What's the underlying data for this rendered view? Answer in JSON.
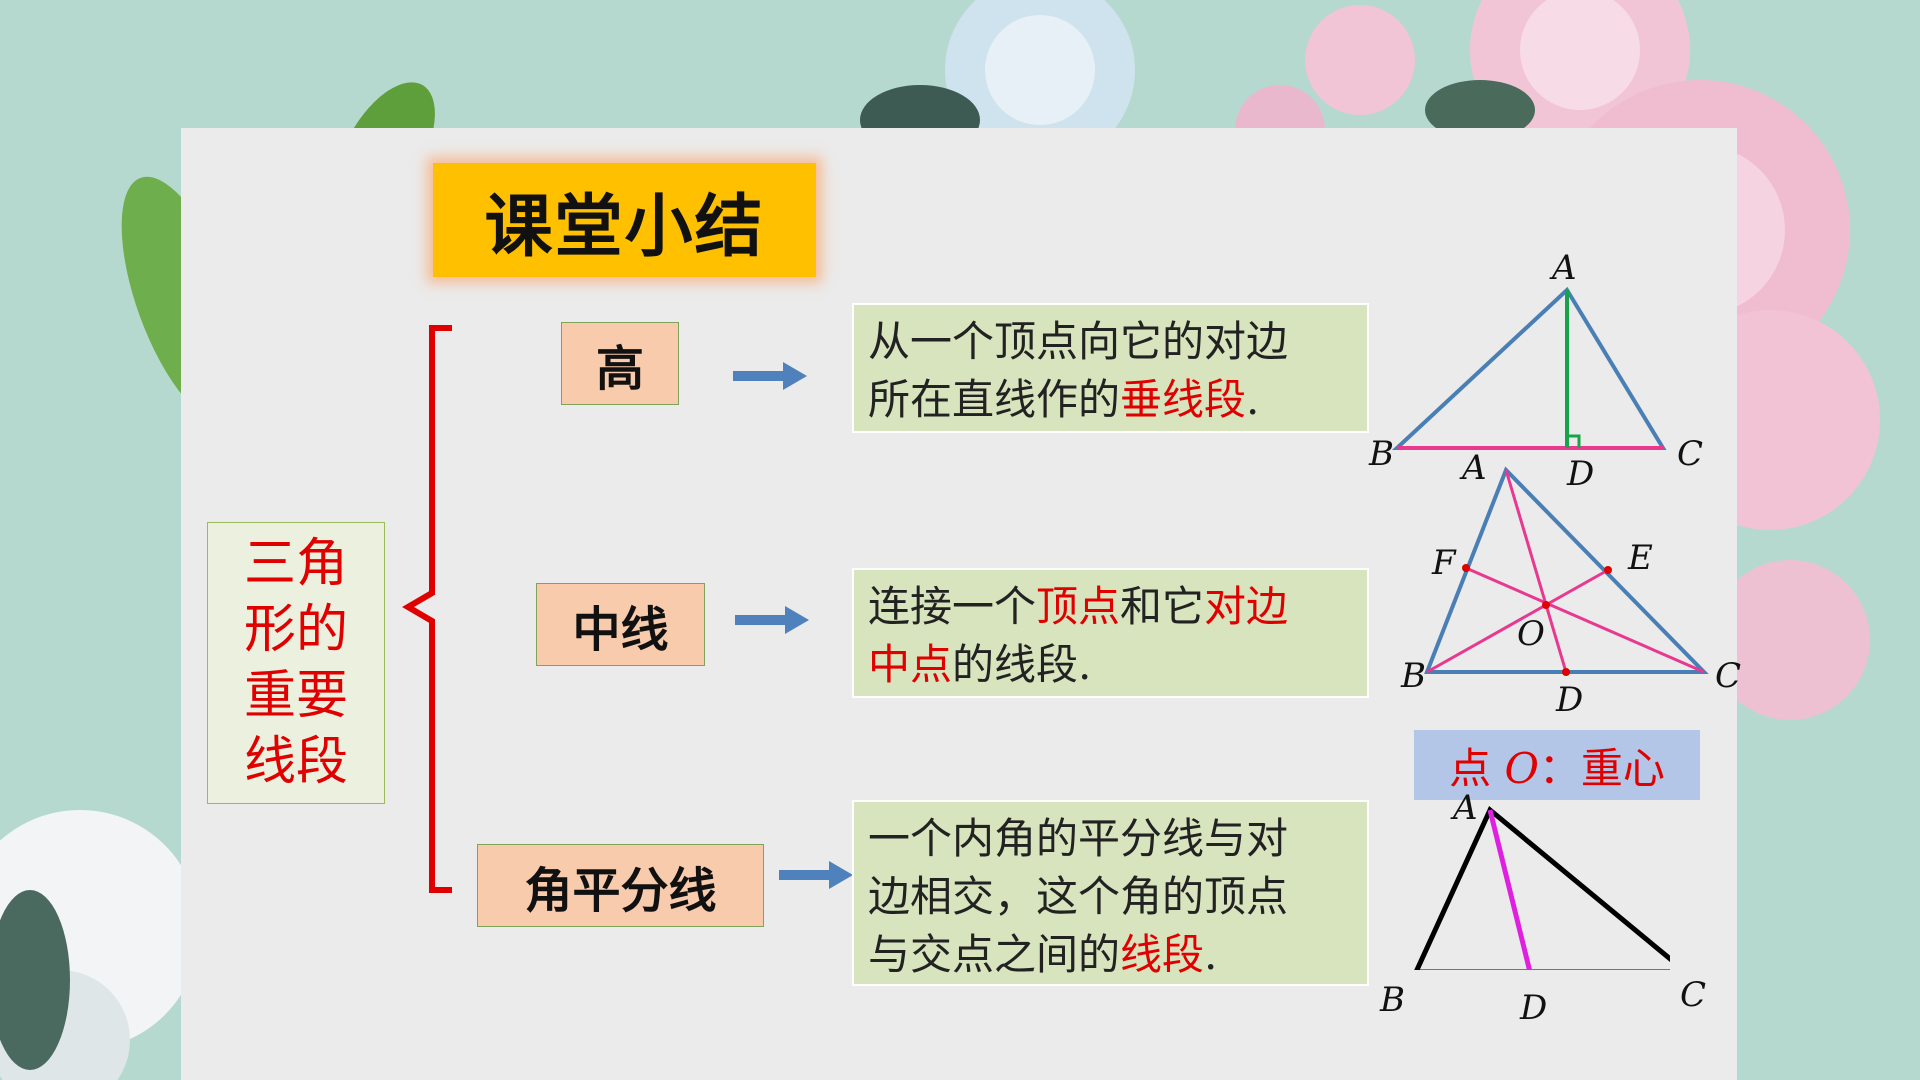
{
  "title": "课堂小结",
  "main_topic": "三角形的重要线段",
  "rows": [
    {
      "name": "高",
      "description": [
        "从一个顶点向它的对边",
        "所在直线作的",
        "垂线段",
        "."
      ],
      "figure_labels": {
        "A": "A",
        "B": "B",
        "C": "C",
        "D": "D"
      }
    },
    {
      "name": "中线",
      "description": [
        "连接一个",
        "顶点",
        "和它",
        "对边",
        "中点",
        "的线段",
        "."
      ],
      "figure_labels": {
        "A": "A",
        "B": "B",
        "C": "C",
        "D": "D",
        "E": "E",
        "F": "F",
        "O": "O"
      }
    },
    {
      "name": "角平分线",
      "description": [
        "一个内角的平分线与对",
        "边相交，这个角的顶点",
        "与交点之间的",
        "线段",
        "."
      ],
      "figure_labels": {
        "A": "A",
        "B": "B",
        "C": "C",
        "D": "D"
      }
    }
  ],
  "centroid_note": {
    "prefix": "点",
    "point": "O",
    "suffix": "：重心"
  },
  "colors": {
    "title_bg": "#ffc000",
    "highlight": "#e00000",
    "desc_bg": "#d7e4bd",
    "label_bg": "#f9cbad",
    "brace": "#e00000",
    "arrow": "#4f81bd"
  }
}
